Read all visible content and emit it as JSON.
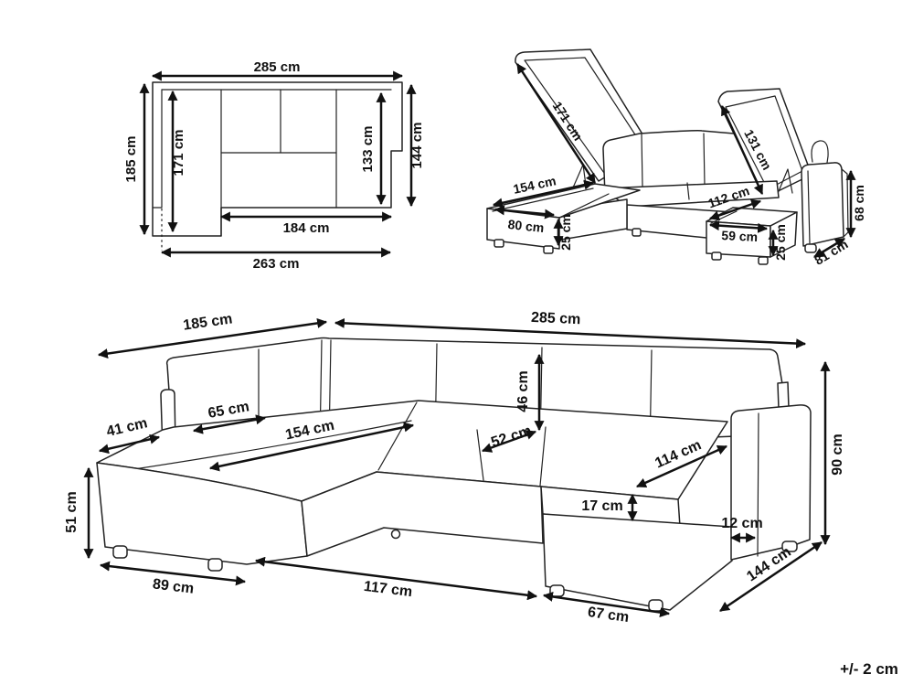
{
  "tolerance_note": "+/- 2 cm",
  "views": {
    "plan": {
      "dims": {
        "total_width": "285 cm",
        "left_depth": "185 cm",
        "chaise_length": "171 cm",
        "right_seat_depth": "133 cm",
        "right_depth": "144 cm",
        "inner_width": "184 cm",
        "bottom_width": "263 cm"
      }
    },
    "storage": {
      "dims": {
        "left_lid_length": "171 cm",
        "left_box_length": "154 cm",
        "left_box_width": "80 cm",
        "left_box_depth": "25 cm",
        "right_lid_length": "131 cm",
        "right_box_length": "112 cm",
        "right_box_width": "59 cm",
        "right_box_depth": "25 cm",
        "armrest_height": "68 cm",
        "armrest_depth": "81 cm"
      }
    },
    "front": {
      "dims": {
        "left_width": "185 cm",
        "total_width": "285 cm",
        "left_armrest_width": "41 cm",
        "back_cushion_width": "65 cm",
        "chaise_seat_length": "154 cm",
        "backrest_height": "46 cm",
        "seat_depth": "52 cm",
        "right_seat_length": "114 cm",
        "seat_cushion_height": "17 cm",
        "right_armrest_width": "12 cm",
        "seat_height": "51 cm",
        "chaise_front_width": "89 cm",
        "front_width": "117 cm",
        "ottoman_front_width": "67 cm",
        "right_depth": "144 cm",
        "total_height": "90 cm"
      }
    }
  }
}
